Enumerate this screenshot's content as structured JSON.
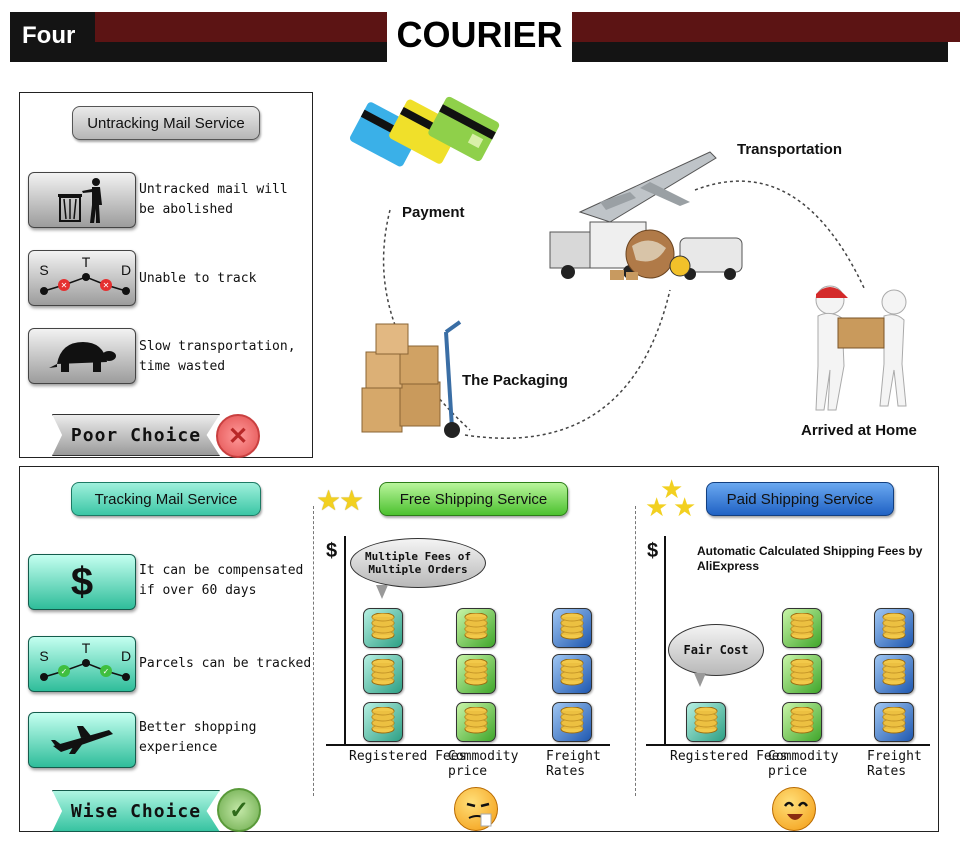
{
  "header": {
    "number": "Four",
    "title": "COURIER"
  },
  "untracking": {
    "title": "Untracking Mail Service",
    "features": [
      {
        "icon": "trash-can-icon",
        "text": "Untracked mail will be abolished"
      },
      {
        "icon": "untracked-route-icon",
        "text": "Unable to track"
      },
      {
        "icon": "turtle-icon",
        "text": "Slow transportation, time wasted"
      }
    ],
    "verdict": "Poor Choice"
  },
  "route_labels": {
    "start": "S",
    "transit": "T",
    "destination": "D"
  },
  "process": {
    "payment": "Payment",
    "transportation": "Transportation",
    "packaging": "The Packaging",
    "arrived": "Arrived at Home"
  },
  "tracking": {
    "title": "Tracking Mail Service",
    "features": [
      {
        "icon": "dollar-icon",
        "text": "It can be compensated if over 60 days"
      },
      {
        "icon": "tracked-route-icon",
        "text": "Parcels can be tracked"
      },
      {
        "icon": "airplane-icon",
        "text": "Better shopping experience"
      }
    ],
    "verdict": "Wise Choice"
  },
  "free_shipping": {
    "title": "Free Shipping Service",
    "stars": 2,
    "axis_symbol": "$",
    "note": "Multiple Fees of Multiple Orders",
    "categories": [
      "Registered Fees",
      "Commodity price",
      "Freight Rates"
    ],
    "stacks": [
      3,
      3,
      3
    ],
    "colors": {
      "registered": "#3fb89a",
      "commodity": "#46b02f",
      "freight": "#2a64b8"
    }
  },
  "paid_shipping": {
    "title": "Paid Shipping Service",
    "stars": 3,
    "axis_symbol": "$",
    "note": "Automatic Calculated Shipping Fees by AliExpress",
    "bubble": "Fair Cost",
    "categories": [
      "Registered Fees",
      "Commodity price",
      "Freight Rates"
    ],
    "stacks": [
      1,
      3,
      3
    ],
    "colors": {
      "registered": "#3fb89a",
      "commodity": "#46b02f",
      "freight": "#2a64b8"
    }
  }
}
